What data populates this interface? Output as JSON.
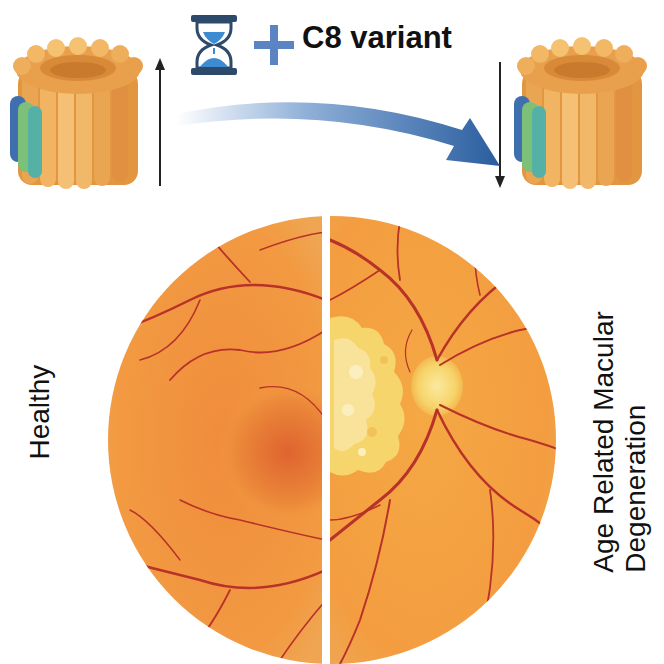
{
  "diagram": {
    "labels": [
      "C8 variant",
      "Healthy",
      "Age Related Macular Degeneration"
    ]
  }
}
